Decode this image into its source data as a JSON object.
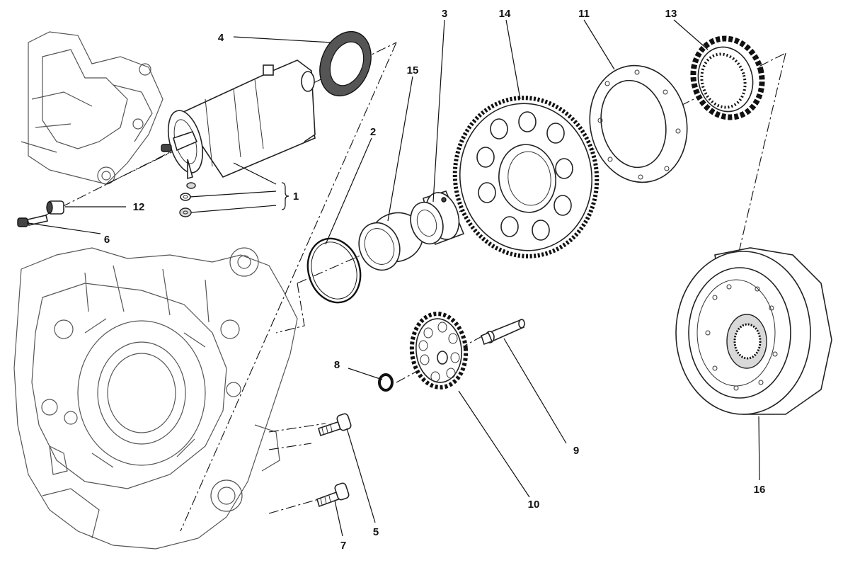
{
  "callouts": [
    {
      "id": "p4",
      "text": "4"
    },
    {
      "id": "p3",
      "text": "3"
    },
    {
      "id": "p14",
      "text": "14"
    },
    {
      "id": "p11",
      "text": "11"
    },
    {
      "id": "p13",
      "text": "13"
    },
    {
      "id": "p15",
      "text": "15"
    },
    {
      "id": "p2",
      "text": "2"
    },
    {
      "id": "p1",
      "text": "1"
    },
    {
      "id": "p12",
      "text": "12"
    },
    {
      "id": "p6",
      "text": "6"
    },
    {
      "id": "p8",
      "text": "8"
    },
    {
      "id": "p9",
      "text": "9"
    },
    {
      "id": "p10",
      "text": "10"
    },
    {
      "id": "p5",
      "text": "5"
    },
    {
      "id": "p7",
      "text": "7"
    },
    {
      "id": "p16",
      "text": "16"
    }
  ]
}
